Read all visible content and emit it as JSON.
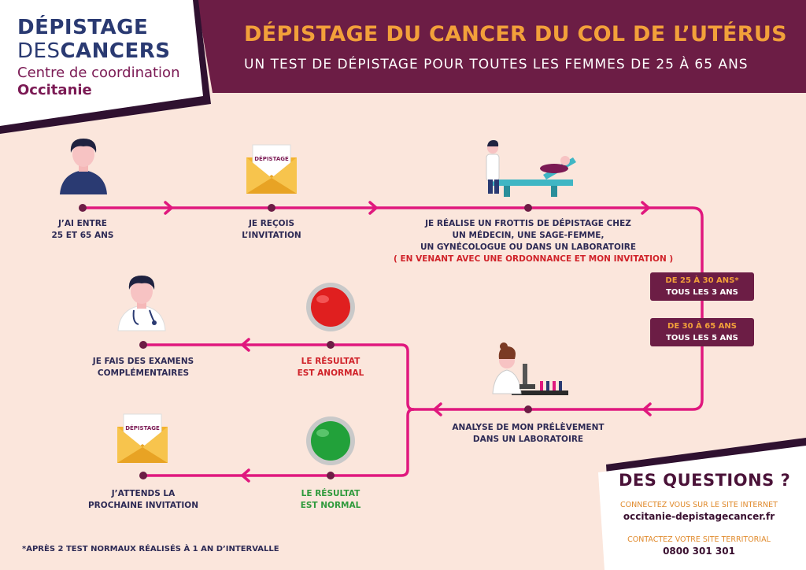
{
  "logo": {
    "line1": "DÉPISTAGE",
    "line2a": "DES",
    "line2b": "CANCERS",
    "line3": "Centre de coordination",
    "line4": "Occitanie"
  },
  "header": {
    "title": "DÉPISTAGE DU CANCER DU COL DE L’UTÉRUS",
    "subtitle": "UN TEST DE DÉPISTAGE POUR TOUTES LES FEMMES DE 25 À 65 ANS"
  },
  "steps": {
    "age_l1": "J’AI ENTRE",
    "age_l2": "25 ET 65 ANS",
    "invite_l1": "JE REÇOIS",
    "invite_l2": "L’INVITATION",
    "frottis_l1": "JE RÉALISE UN FROTTIS DE DÉPISTAGE CHEZ",
    "frottis_l2": "UN MÉDECIN, UNE SAGE-FEMME,",
    "frottis_l3": "UN GYNÉCOLOGUE OU DANS UN LABORATOIRE",
    "frottis_l4": "( EN VENANT AVEC UNE ORDONNANCE ET MON INVITATION )",
    "analyse_l1": "ANALYSE DE MON PRÉLÈVEMENT",
    "analyse_l2": "DANS UN LABORATOIRE",
    "anormal_l1": "LE RÉSULTAT",
    "anormal_l2": "EST ANORMAL",
    "exam_l1": "JE FAIS DES EXAMENS",
    "exam_l2": "COMPLÉMENTAIRES",
    "normal_l1": "LE RÉSULTAT",
    "normal_l2": "EST NORMAL",
    "wait_l1": "J’ATTENDS LA",
    "wait_l2": "PROCHAINE INVITATION"
  },
  "envelope_label": "DÉPISTAGE",
  "frequency": {
    "b1_top": "DE 25 À 30 ANS*",
    "b1_bottom": "TOUS LES 3 ANS",
    "b2_top": "DE 30 À 65 ANS",
    "b2_bottom": "TOUS LES 5 ANS"
  },
  "questions": {
    "title": "DES QUESTIONS ?",
    "web_label": "CONNECTEZ VOUS SUR LE SITE INTERNET",
    "web_url": "occitanie-depistagecancer.fr",
    "phone_label": "CONTACTEZ VOTRE SITE TERRITORIAL",
    "phone": "0800 301 301"
  },
  "footnote": "*APRÈS 2 TEST NORMAUX RÉALISÉS À 1 AN D’INTERVALLE",
  "colors": {
    "background": "#fbe6dc",
    "header": "#6c1d45",
    "accent_orange": "#f2a03a",
    "flow_line": "#e0187e",
    "navy_text": "#2d2a55",
    "red_light": "#d0232a",
    "green_light": "#2f9a3c"
  }
}
